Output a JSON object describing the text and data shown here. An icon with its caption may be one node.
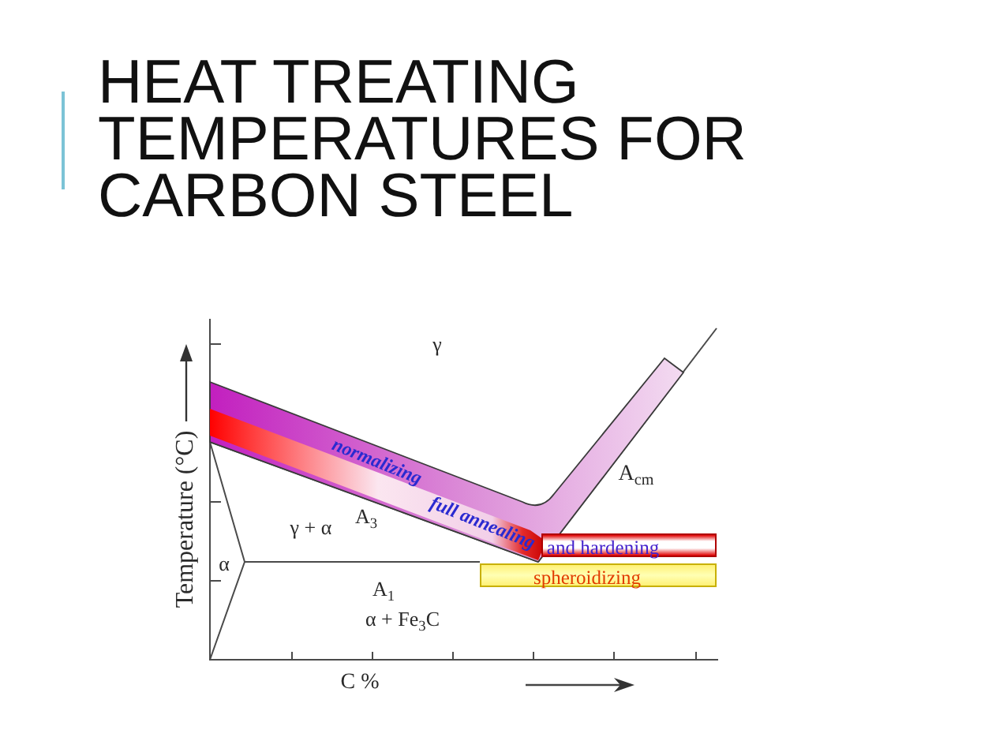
{
  "diagram": {
    "title": "HEAT TREATING TEMPERATURES FOR CARBON STEEL",
    "nodes": [
      {
        "text": [
          "normalizing",
          "full annealing"
        ]
      },
      {
        "text": [
          "and hardening"
        ]
      },
      {
        "text": [
          "spheroidizing"
        ]
      }
    ],
    "labels": [
      "γ",
      "Temperature (°C)",
      "A$_{cm}$",
      "γ + α",
      "A$_{3}$",
      "α",
      "A$_{1}$",
      "α + Fe$_{3}$C",
      "C %"
    ]
  }
}
